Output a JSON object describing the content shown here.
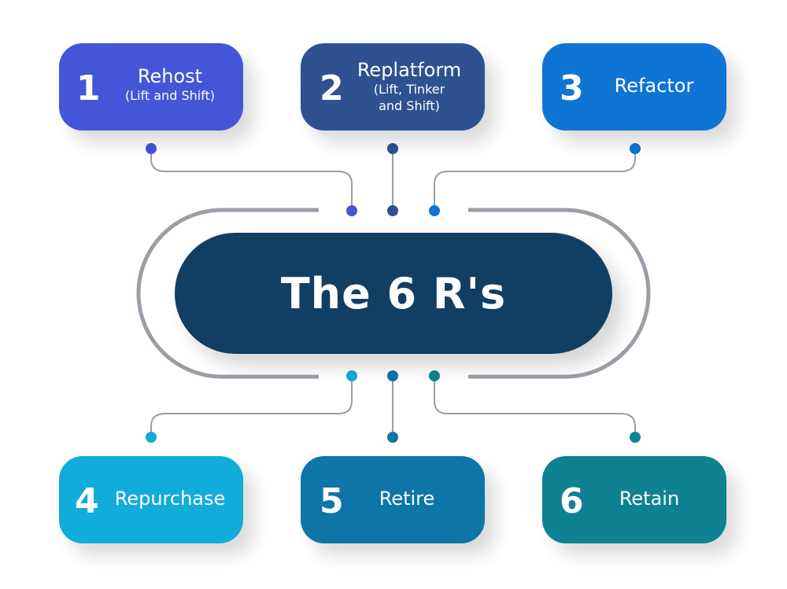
{
  "center": {
    "title": "The 6 R's",
    "color": "#113f63"
  },
  "strategies": [
    {
      "number": "1",
      "title": "Rehost",
      "subtitle": "(Lift and Shift)",
      "color": "#4555d8"
    },
    {
      "number": "2",
      "title": "Replatform",
      "subtitle_line1": "(Lift, Tinker",
      "subtitle_line2": "and Shift)",
      "color": "#2f518f"
    },
    {
      "number": "3",
      "title": "Refactor",
      "color": "#0f75d4"
    },
    {
      "number": "4",
      "title": "Repurchase",
      "color": "#11acd9"
    },
    {
      "number": "5",
      "title": "Retire",
      "color": "#0d75a8"
    },
    {
      "number": "6",
      "title": "Retain",
      "color": "#0e8292"
    }
  ],
  "connector_color": "#9a9ea6"
}
